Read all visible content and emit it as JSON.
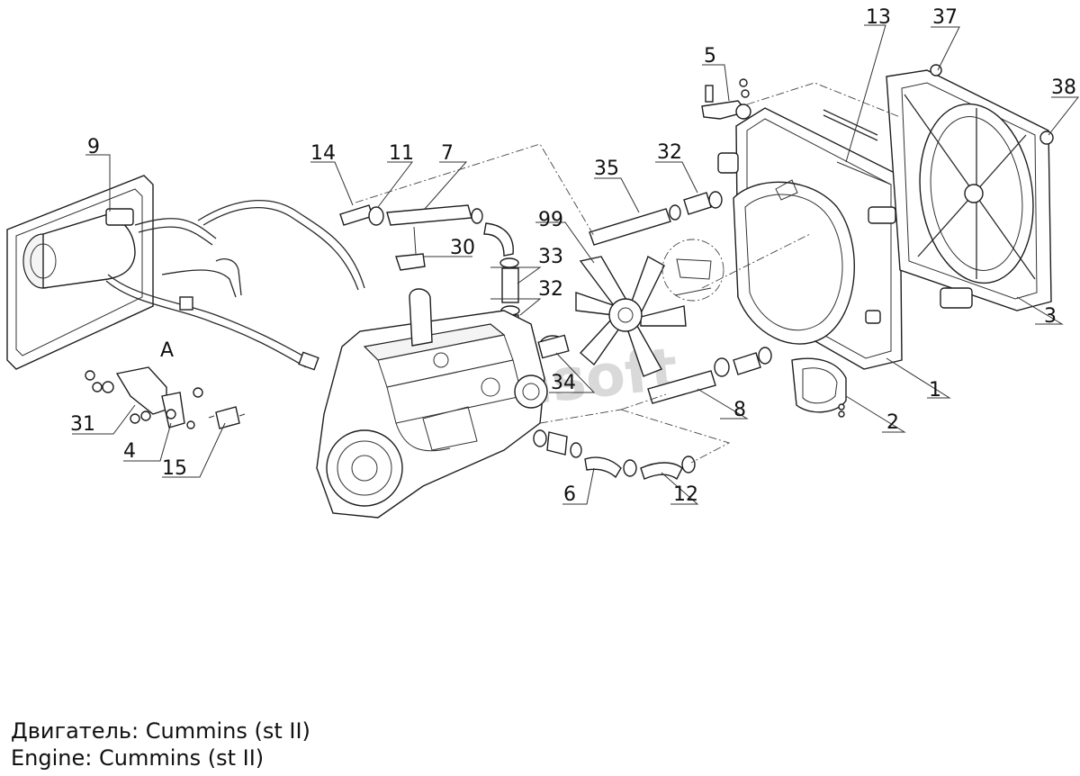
{
  "callouts": {
    "c1": "1",
    "c2": "2",
    "c3": "3",
    "c4": "4",
    "c5": "5",
    "c6": "6",
    "c7": "7",
    "c8": "8",
    "c9": "9",
    "c11": "11",
    "c12": "12",
    "c13": "13",
    "c14": "14",
    "c15": "15",
    "c30": "30",
    "c31": "31",
    "c32a": "32",
    "c32b": "32",
    "c33": "33",
    "c34": "34",
    "c35": "35",
    "c37": "37",
    "c38": "38",
    "c99": "99",
    "viewA": "A"
  },
  "watermark": "Alfasoft",
  "caption": {
    "line_ru": "Двигатель: Cummins (st II)",
    "line_en": "Engine: Cummins (st II)"
  }
}
